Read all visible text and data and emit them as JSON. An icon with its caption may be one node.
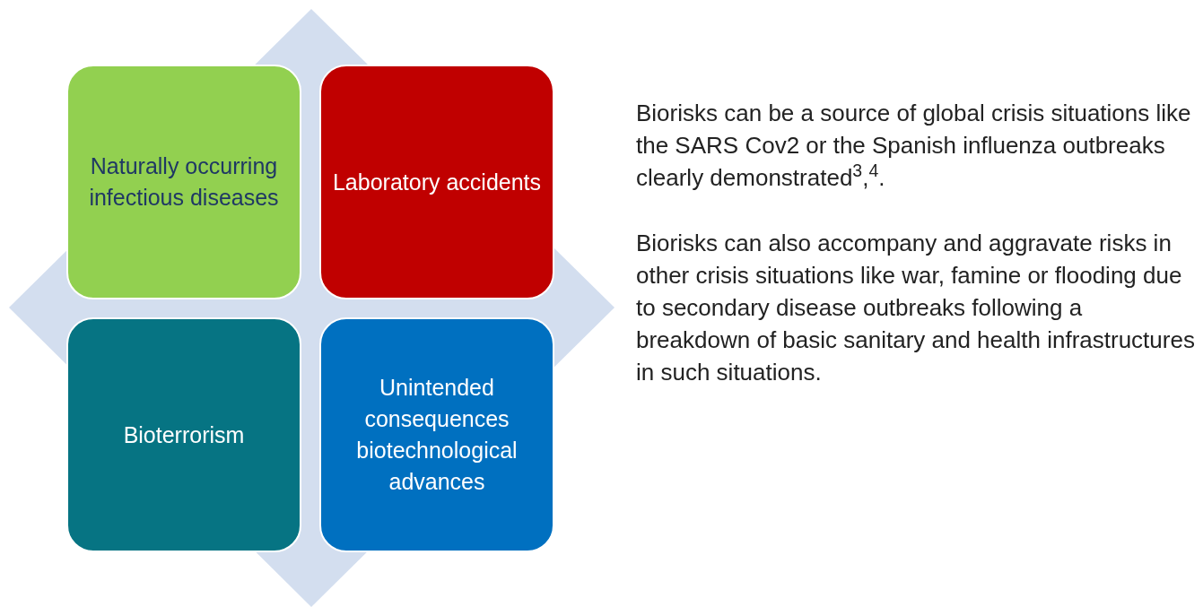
{
  "diagram": {
    "nodes": [
      {
        "text": [
          "Naturally occurring infectious diseases"
        ]
      },
      {
        "text": [
          "Laboratory accidents"
        ]
      },
      {
        "text": [
          "Bioterrorism"
        ]
      },
      {
        "text": [
          "Unintended consequences biotechnological advances"
        ]
      }
    ],
    "labels": [
      "Biorisks can be a source of global crisis situations like the SARS Cov2 or the Spanish influenza outbreaks clearly demonstrated$^{3}$,$^{4}$.",
      "Biorisks can also accompany and aggravate risks in other crisis situations like war, famine or flooding due to secondary disease outbreaks following a breakdown of basic sanitary and health infrastructures in such situations."
    ]
  }
}
